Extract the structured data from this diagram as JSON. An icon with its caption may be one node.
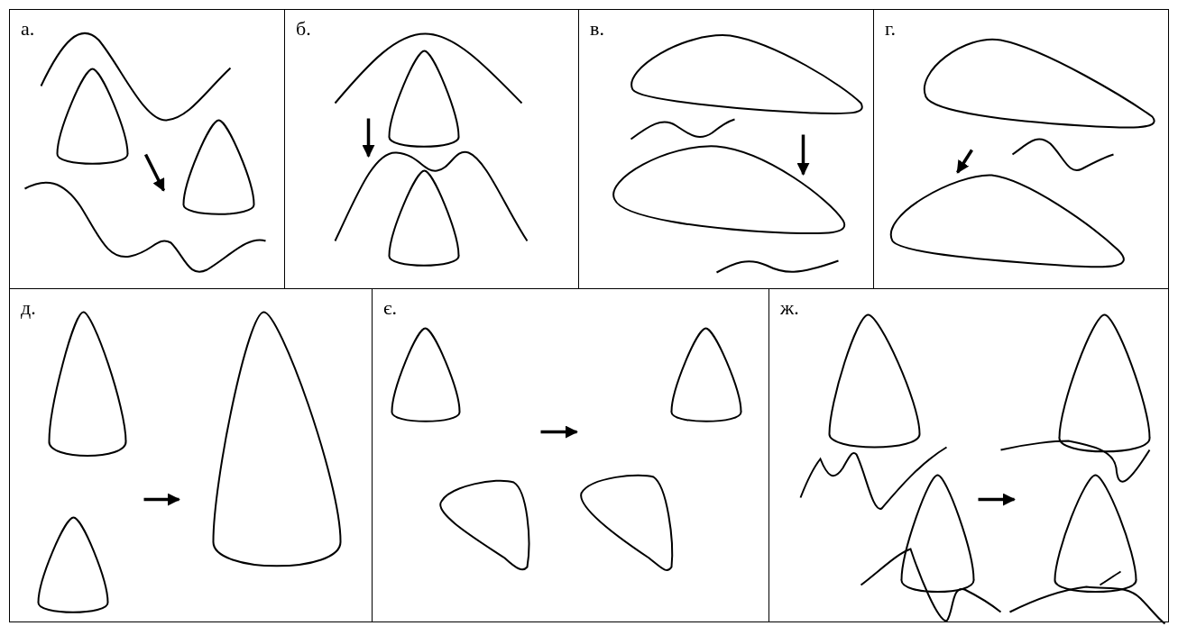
{
  "diagram": {
    "nodes": [
      {
        "text": [
          "а."
        ]
      },
      {
        "text": [
          "б."
        ]
      },
      {
        "text": [
          "в."
        ]
      },
      {
        "text": [
          "г."
        ]
      },
      {
        "text": [
          "д."
        ]
      },
      {
        "text": [
          "є."
        ]
      },
      {
        "text": [
          "ж."
        ]
      }
    ]
  }
}
